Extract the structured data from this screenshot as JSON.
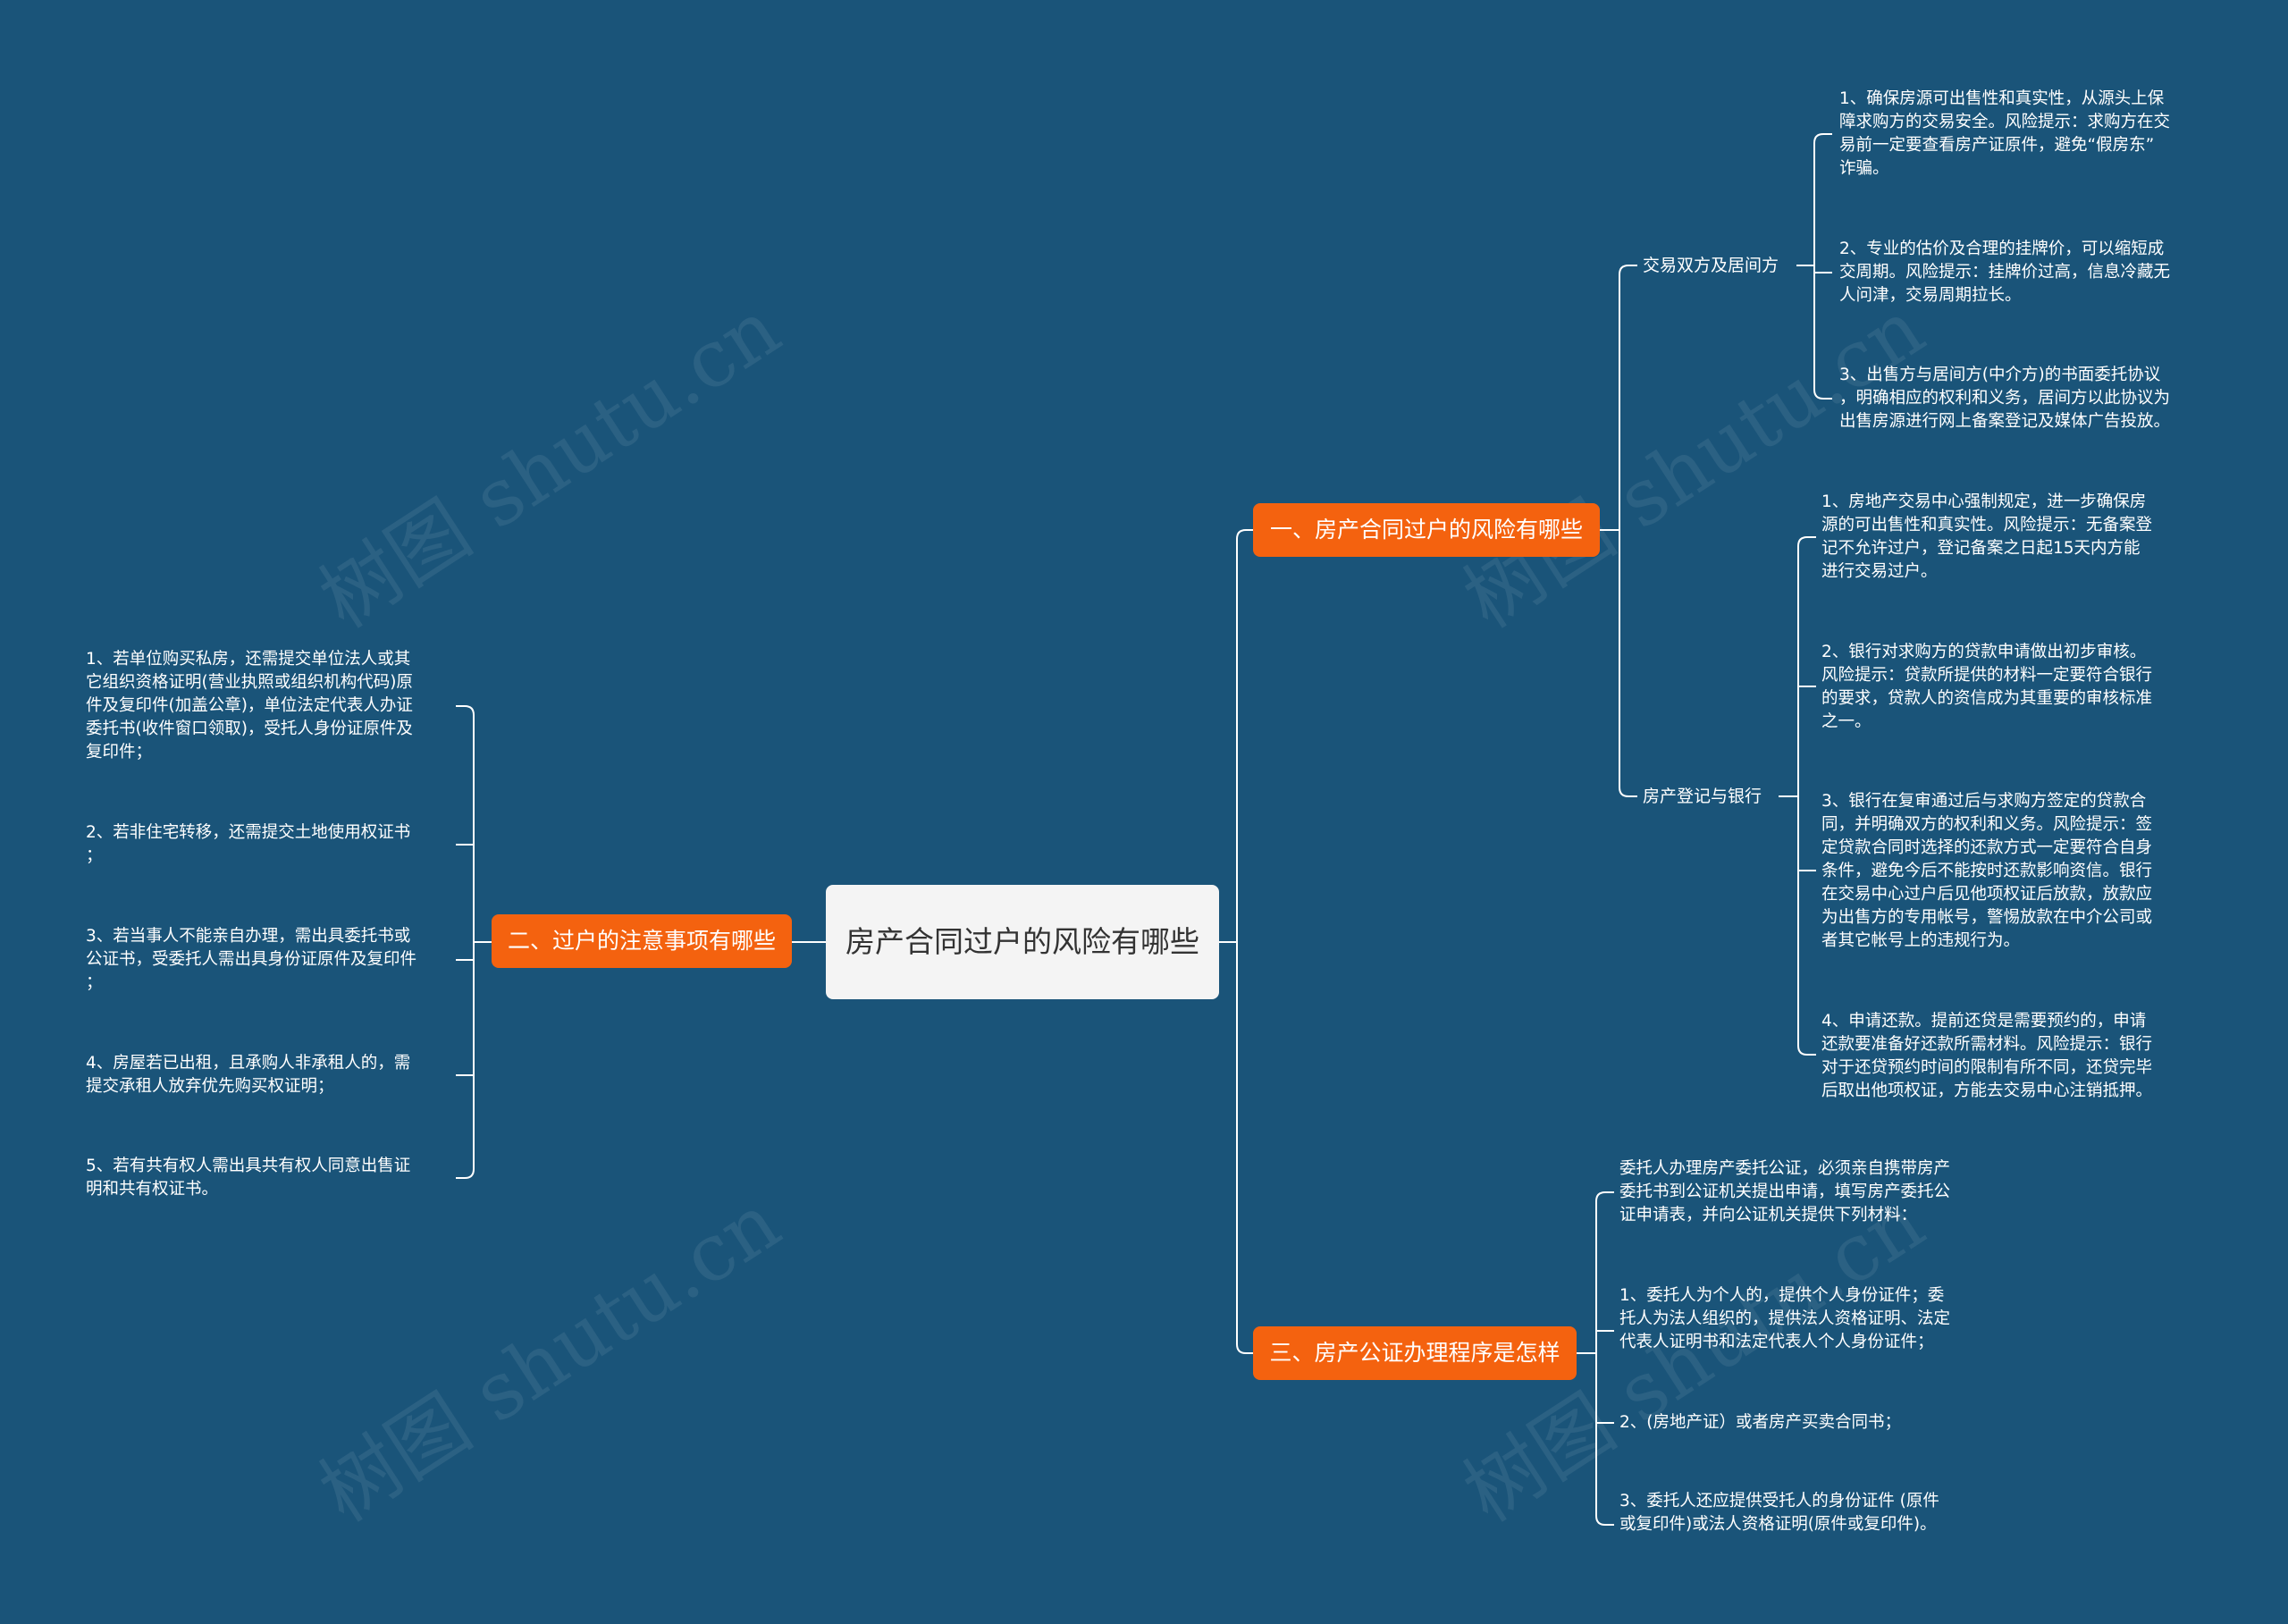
{
  "watermark": "树图 shutu.cn",
  "colors": {
    "background": "#1a5479",
    "branch": "#f4620f",
    "root_fill": "#f4f4f4",
    "line": "#ffffff"
  },
  "root": {
    "title": "房产合同过户的风险有哪些"
  },
  "branches": [
    {
      "label": "一、房产合同过户的风险有哪些",
      "groups": [
        {
          "label": "交易双方及居间方",
          "items": [
            "1、确保房源可出售性和真实性，从源头上保\n障求购方的交易安全。风险提示：求购方在交\n易前一定要查看房产证原件，避免“假房东”\n诈骗。",
            "2、专业的估价及合理的挂牌价，可以缩短成\n交周期。风险提示：挂牌价过高，信息冷藏无\n人问津，交易周期拉长。",
            "3、出售方与居间方(中介方)的书面委托协议\n，明确相应的权利和义务，居间方以此协议为\n出售房源进行网上备案登记及媒体广告投放。"
          ]
        },
        {
          "label": "房产登记与银行",
          "items": [
            "1、房地产交易中心强制规定，进一步确保房\n源的可出售性和真实性。风险提示：无备案登\n记不允许过户，登记备案之日起15天内方能\n进行交易过户。",
            "2、银行对求购方的贷款申请做出初步审核。\n风险提示：贷款所提供的材料一定要符合银行\n的要求，贷款人的资信成为其重要的审核标准\n之一。",
            "3、银行在复审通过后与求购方签定的贷款合\n同，并明确双方的权利和义务。风险提示：签\n定贷款合同时选择的还款方式一定要符合自身\n条件，避免今后不能按时还款影响资信。银行\n在交易中心过户后见他项权证后放款，放款应\n为出售方的专用帐号，警惕放款在中介公司或\n者其它帐号上的违规行为。",
            "4、申请还款。提前还贷是需要预约的，申请\n还款要准备好还款所需材料。风险提示：银行\n对于还贷预约时间的限制有所不同，还贷完毕\n后取出他项权证，方能去交易中心注销抵押。"
          ]
        }
      ]
    },
    {
      "label": "二、过户的注意事项有哪些",
      "items": [
        "1、若单位购买私房，还需提交单位法人或其\n它组织资格证明(营业执照或组织机构代码)原\n件及复印件(加盖公章)，单位法定代表人办证\n委托书(收件窗口领取)，受托人身份证原件及\n复印件；",
        "2、若非住宅转移，还需提交土地使用权证书\n；",
        "3、若当事人不能亲自办理，需出具委托书或\n公证书，受委托人需出具身份证原件及复印件\n；",
        "4、房屋若已出租，且承购人非承租人的，需\n提交承租人放弃优先购买权证明；",
        "5、若有共有权人需出具共有权人同意出售证\n明和共有权证书。"
      ]
    },
    {
      "label": "三、房产公证办理程序是怎样",
      "items": [
        "委托人办理房产委托公证，必须亲自携带房产\n委托书到公证机关提出申请，填写房产委托公\n证申请表，并向公证机关提供下列材料：",
        "1、委托人为个人的，提供个人身份证件；委\n托人为法人组织的，提供法人资格证明、法定\n代表人证明书和法定代表人个人身份证件；",
        "2、(房地产证）或者房产买卖合同书；",
        "3、委托人还应提供受托人的身份证件 (原件\n或复印件)或法人资格证明(原件或复印件)。"
      ]
    }
  ]
}
